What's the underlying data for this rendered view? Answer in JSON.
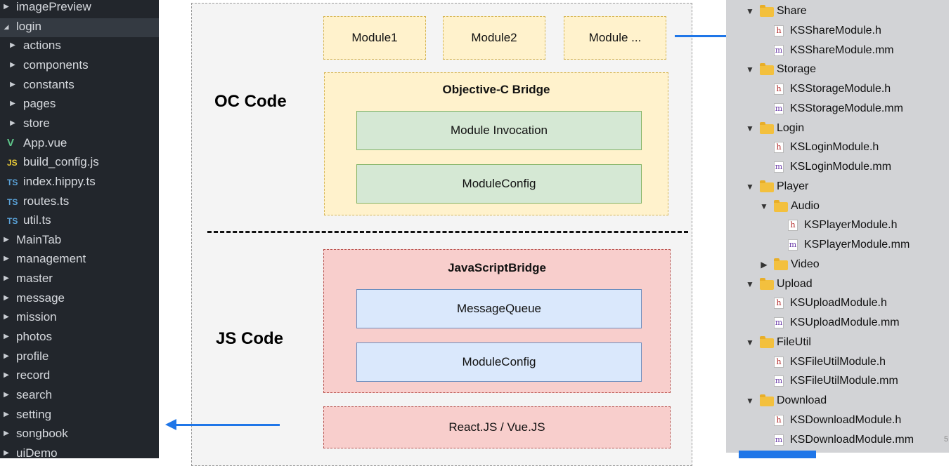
{
  "left_tree": {
    "items": [
      {
        "label": "imagePreview",
        "kind": "folder",
        "expanded": false,
        "depth": 0,
        "selected": false
      },
      {
        "label": "login",
        "kind": "folder",
        "expanded": true,
        "depth": 0,
        "selected": true
      },
      {
        "label": "actions",
        "kind": "folder",
        "expanded": false,
        "depth": 1,
        "selected": false
      },
      {
        "label": "components",
        "kind": "folder",
        "expanded": false,
        "depth": 1,
        "selected": false
      },
      {
        "label": "constants",
        "kind": "folder",
        "expanded": false,
        "depth": 1,
        "selected": false
      },
      {
        "label": "pages",
        "kind": "folder",
        "expanded": false,
        "depth": 1,
        "selected": false
      },
      {
        "label": "store",
        "kind": "folder",
        "expanded": false,
        "depth": 1,
        "selected": false
      },
      {
        "label": "App.vue",
        "kind": "vue",
        "icon_text": "V",
        "depth": 1,
        "selected": false
      },
      {
        "label": "build_config.js",
        "kind": "js",
        "icon_text": "JS",
        "depth": 1,
        "selected": false
      },
      {
        "label": "index.hippy.ts",
        "kind": "ts",
        "icon_text": "TS",
        "depth": 1,
        "selected": false
      },
      {
        "label": "routes.ts",
        "kind": "ts",
        "icon_text": "TS",
        "depth": 1,
        "selected": false
      },
      {
        "label": "util.ts",
        "kind": "ts",
        "icon_text": "TS",
        "depth": 1,
        "selected": false
      },
      {
        "label": "MainTab",
        "kind": "folder",
        "expanded": false,
        "depth": 0,
        "selected": false
      },
      {
        "label": "management",
        "kind": "folder",
        "expanded": false,
        "depth": 0,
        "selected": false
      },
      {
        "label": "master",
        "kind": "folder",
        "expanded": false,
        "depth": 0,
        "selected": false
      },
      {
        "label": "message",
        "kind": "folder",
        "expanded": false,
        "depth": 0,
        "selected": false
      },
      {
        "label": "mission",
        "kind": "folder",
        "expanded": false,
        "depth": 0,
        "selected": false
      },
      {
        "label": "photos",
        "kind": "folder",
        "expanded": false,
        "depth": 0,
        "selected": false
      },
      {
        "label": "profile",
        "kind": "folder",
        "expanded": false,
        "depth": 0,
        "selected": false
      },
      {
        "label": "record",
        "kind": "folder",
        "expanded": false,
        "depth": 0,
        "selected": false
      },
      {
        "label": "search",
        "kind": "folder",
        "expanded": false,
        "depth": 0,
        "selected": false
      },
      {
        "label": "setting",
        "kind": "folder",
        "expanded": false,
        "depth": 0,
        "selected": false
      },
      {
        "label": "songbook",
        "kind": "folder",
        "expanded": false,
        "depth": 0,
        "selected": false
      },
      {
        "label": "uiDemo",
        "kind": "folder",
        "expanded": false,
        "depth": 0,
        "selected": false
      }
    ]
  },
  "diagram": {
    "oc_label": "OC Code",
    "js_label": "JS Code",
    "modules": [
      "Module1",
      "Module2",
      "Module ..."
    ],
    "oc_bridge": {
      "title": "Objective-C Bridge",
      "items": [
        "Module Invocation",
        "ModuleConfig"
      ]
    },
    "js_bridge": {
      "title": "JavaScriptBridge",
      "items": [
        "MessageQueue",
        "ModuleConfig"
      ]
    },
    "framework": "React.JS / Vue.JS"
  },
  "right_tree": {
    "items": [
      {
        "label": "Share",
        "kind": "folder",
        "expanded": true,
        "depth": 0
      },
      {
        "label": "KSShareModule.h",
        "kind": "h",
        "depth": 1
      },
      {
        "label": "KSShareModule.mm",
        "kind": "m",
        "depth": 1
      },
      {
        "label": "Storage",
        "kind": "folder",
        "expanded": true,
        "depth": 0
      },
      {
        "label": "KSStorageModule.h",
        "kind": "h",
        "depth": 1
      },
      {
        "label": "KSStorageModule.mm",
        "kind": "m",
        "depth": 1
      },
      {
        "label": "Login",
        "kind": "folder",
        "expanded": true,
        "depth": 0
      },
      {
        "label": "KSLoginModule.h",
        "kind": "h",
        "depth": 1
      },
      {
        "label": "KSLoginModule.mm",
        "kind": "m",
        "depth": 1
      },
      {
        "label": "Player",
        "kind": "folder",
        "expanded": true,
        "depth": 0
      },
      {
        "label": "Audio",
        "kind": "folder",
        "expanded": true,
        "depth": 1
      },
      {
        "label": "KSPlayerModule.h",
        "kind": "h",
        "depth": 2
      },
      {
        "label": "KSPlayerModule.mm",
        "kind": "m",
        "depth": 2
      },
      {
        "label": "Video",
        "kind": "folder",
        "expanded": false,
        "depth": 1
      },
      {
        "label": "Upload",
        "kind": "folder",
        "expanded": true,
        "depth": 0
      },
      {
        "label": "KSUploadModule.h",
        "kind": "h",
        "depth": 1
      },
      {
        "label": "KSUploadModule.mm",
        "kind": "m",
        "depth": 1
      },
      {
        "label": "FileUtil",
        "kind": "folder",
        "expanded": true,
        "depth": 0
      },
      {
        "label": "KSFileUtilModule.h",
        "kind": "h",
        "depth": 1
      },
      {
        "label": "KSFileUtilModule.mm",
        "kind": "m",
        "depth": 1
      },
      {
        "label": "Download",
        "kind": "folder",
        "expanded": true,
        "depth": 0
      },
      {
        "label": "KSDownloadModule.h",
        "kind": "h",
        "depth": 1
      },
      {
        "label": "KSDownloadModule.mm",
        "kind": "m",
        "depth": 1
      }
    ],
    "corner_mark": "5"
  },
  "colors": {
    "arrow": "#1f76e8",
    "sidebar_bg": "#22262c",
    "module_fill": "#fff2cc",
    "native_fill": "#d5e8d4",
    "js_fill": "#f8cecc",
    "js_item_fill": "#dae8fc"
  },
  "icons": {
    "tree_expanded": "triangle-down",
    "tree_collapsed": "triangle-right",
    "folder": "folder-icon",
    "arrow": "arrow-icon"
  }
}
